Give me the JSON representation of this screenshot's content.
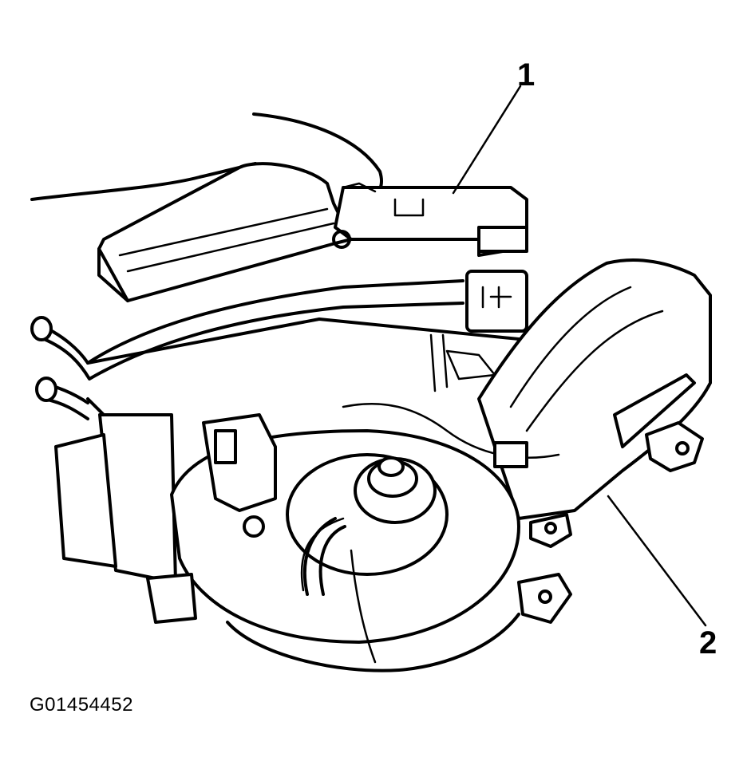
{
  "callouts": [
    {
      "label": "1"
    },
    {
      "label": "2"
    }
  ],
  "figure_id": "G01454452"
}
